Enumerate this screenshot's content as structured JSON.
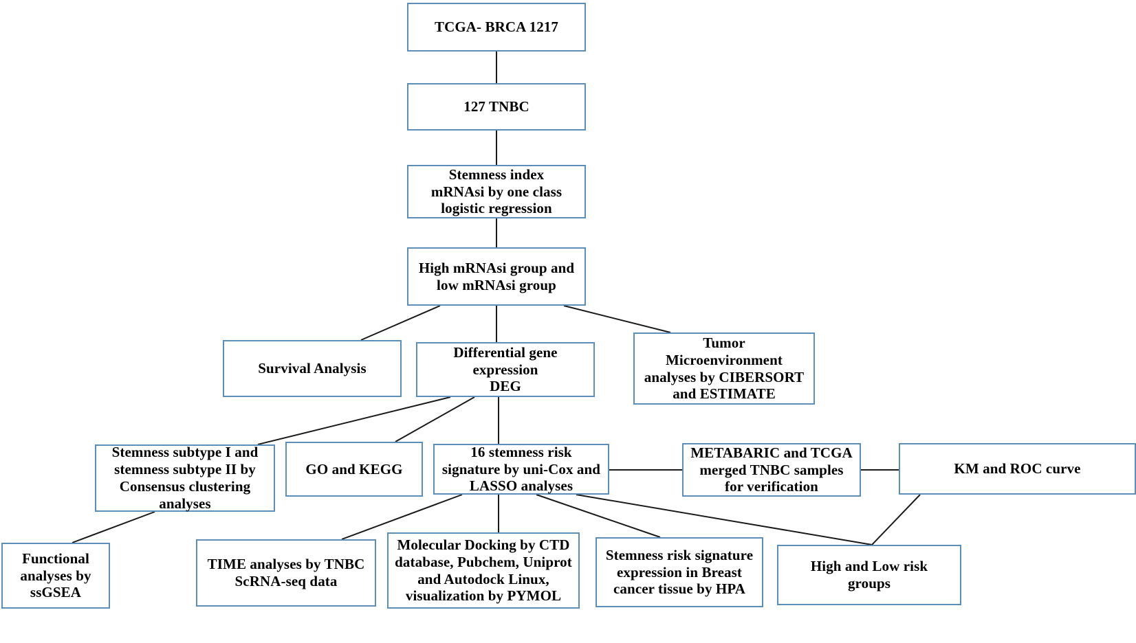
{
  "diagram": {
    "title": "TNBC stemness index analysis workflow",
    "border_color": "#5b8fb9",
    "edge_color": "#1a1a1a",
    "background": "#ffffff",
    "nodes": [
      {
        "id": "tcga",
        "label": "TCGA- BRCA 1217"
      },
      {
        "id": "tnbc",
        "label": "127 TNBC"
      },
      {
        "id": "stemness",
        "label": "Stemness index mRNAsi  by one class logistic regression"
      },
      {
        "id": "groups",
        "label": "High mRNAsi group and low mRNAsi group"
      },
      {
        "id": "survival",
        "label": "Survival Analysis"
      },
      {
        "id": "deg",
        "label": "Differential gene expression DEG"
      },
      {
        "id": "tme",
        "label": "Tumor Microenvironment analyses by CIBERSORT and ESTIMATE"
      },
      {
        "id": "subtypes",
        "label": "Stemness subtype I and stemness subtype II by Consensus clustering analyses"
      },
      {
        "id": "gokegg",
        "label": "GO and KEGG"
      },
      {
        "id": "signature",
        "label": "16 stemness risk signature by uni-Cox and LASSO analyses"
      },
      {
        "id": "metabaric",
        "label": "METABARIC and TCGA merged TNBC samples for verification"
      },
      {
        "id": "kmroc",
        "label": "KM and ROC curve"
      },
      {
        "id": "ssgsea",
        "label": "Functional analyses by ssGSEA"
      },
      {
        "id": "time",
        "label": "TIME analyses by TNBC ScRNA-seq data"
      },
      {
        "id": "docking",
        "label": "Molecular Docking by CTD database, Pubchem, Uniprot and Autodock Linux, visualization by PYMOL"
      },
      {
        "id": "hpa",
        "label": "Stemness risk signature expression in Breast cancer tissue by HPA"
      },
      {
        "id": "riskgroups",
        "label": "High and Low risk groups"
      }
    ],
    "node_lines": {
      "tcga": [
        "TCGA- BRCA 1217"
      ],
      "tnbc": [
        "127 TNBC"
      ],
      "stemness": [
        "Stemness index",
        "mRNAsi  by one class",
        "logistic regression"
      ],
      "groups": [
        "High mRNAsi group and",
        "low mRNAsi group"
      ],
      "survival": [
        "Survival Analysis"
      ],
      "deg": [
        "Differential gene",
        "expression",
        "DEG"
      ],
      "tme": [
        "Tumor",
        "Microenvironment",
        "analyses by CIBERSORT",
        "and ESTIMATE"
      ],
      "subtypes": [
        "Stemness subtype I and",
        "stemness subtype II by",
        "Consensus clustering",
        "analyses"
      ],
      "gokegg": [
        "GO and KEGG"
      ],
      "signature": [
        "16 stemness risk",
        "signature by uni-Cox and",
        "LASSO analyses"
      ],
      "metabaric": [
        "METABARIC and TCGA",
        "merged TNBC samples",
        "for verification"
      ],
      "kmroc": [
        "KM and ROC curve"
      ],
      "ssgsea": [
        "Functional",
        "analyses by",
        "ssGSEA"
      ],
      "time": [
        "TIME analyses by TNBC",
        "ScRNA-seq data"
      ],
      "docking": [
        "Molecular Docking by CTD",
        "database, Pubchem, Uniprot",
        "and Autodock Linux,",
        "visualization by PYMOL"
      ],
      "hpa": [
        "Stemness risk signature",
        "expression in Breast",
        "cancer tissue by HPA"
      ],
      "riskgroups": [
        "High and Low risk",
        "groups"
      ]
    },
    "edges": [
      {
        "from": "tcga",
        "to": "tnbc"
      },
      {
        "from": "tnbc",
        "to": "stemness"
      },
      {
        "from": "stemness",
        "to": "groups"
      },
      {
        "from": "groups",
        "to": "survival"
      },
      {
        "from": "groups",
        "to": "deg"
      },
      {
        "from": "groups",
        "to": "tme"
      },
      {
        "from": "deg",
        "to": "subtypes"
      },
      {
        "from": "deg",
        "to": "gokegg"
      },
      {
        "from": "deg",
        "to": "signature"
      },
      {
        "from": "subtypes",
        "to": "ssgsea"
      },
      {
        "from": "signature",
        "to": "metabaric"
      },
      {
        "from": "metabaric",
        "to": "kmroc"
      },
      {
        "from": "signature",
        "to": "time"
      },
      {
        "from": "signature",
        "to": "docking"
      },
      {
        "from": "signature",
        "to": "hpa"
      },
      {
        "from": "signature",
        "to": "riskgroups"
      },
      {
        "from": "kmroc",
        "to": "riskgroups"
      }
    ]
  }
}
